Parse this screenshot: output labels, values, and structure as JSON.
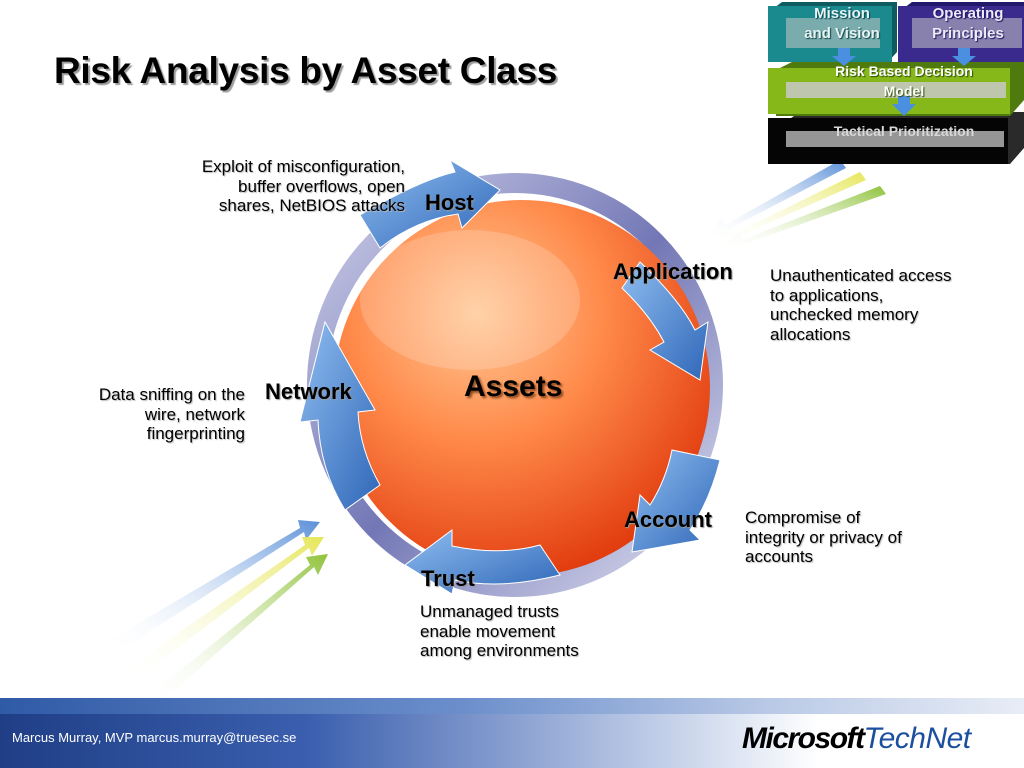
{
  "slide": {
    "title": "Risk Analysis by Asset Class",
    "center_label": "Assets",
    "footer": {
      "author": "Marcus Murray, MVP marcus.murray@truesec.se",
      "logo_microsoft": "Microsoft",
      "logo_technet": "TechNet"
    }
  },
  "cycle": {
    "nodes": [
      {
        "label": "Host",
        "description": [
          "Exploit of misconfiguration,",
          "buffer overflows, open",
          "shares, NetBIOS attacks"
        ]
      },
      {
        "label": "Application",
        "description": [
          "Unauthenticated access",
          "to applications,",
          "unchecked memory",
          "allocations"
        ]
      },
      {
        "label": "Account",
        "description": [
          "Compromise of",
          "integrity or privacy of",
          "accounts"
        ]
      },
      {
        "label": "Trust",
        "description": [
          "Unmanaged trusts",
          "enable movement",
          "among environments"
        ]
      },
      {
        "label": "Network",
        "description": [
          "Data sniffing on the",
          "wire, network",
          "fingerprinting"
        ]
      }
    ]
  },
  "framework": {
    "mission": [
      "Mission",
      "and Vision"
    ],
    "principles": [
      "Operating",
      "Principles"
    ],
    "risk_model": [
      "Risk Based Decision",
      "Model"
    ],
    "tactical": "Tactical Prioritization"
  },
  "colors": {
    "sphere_light": "#ffb27a",
    "sphere_dark": "#e63b0f",
    "arrow_blue": "#3f7fd0",
    "teal": "#1b8a8f",
    "purple": "#3a2a8e",
    "green": "#86b81a",
    "black": "#0a0a0a"
  },
  "icons": {
    "cycle_arrow": "curved-arrow-icon",
    "inflow_arrow": "converging-arrows-icon"
  }
}
